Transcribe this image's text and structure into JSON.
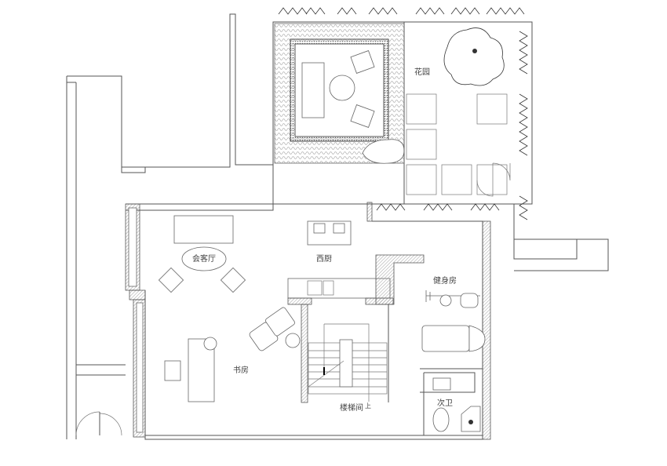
{
  "title": "Floor plan",
  "rooms": {
    "garden": "花园",
    "reception": "会客厅",
    "western_kitchen": "西厨",
    "gym": "健身房",
    "study": "书房",
    "stairwell": "楼梯间",
    "secondary_bath": "次卫",
    "stair_up": "上"
  },
  "colors": {
    "line": "#555555",
    "background": "#ffffff"
  }
}
